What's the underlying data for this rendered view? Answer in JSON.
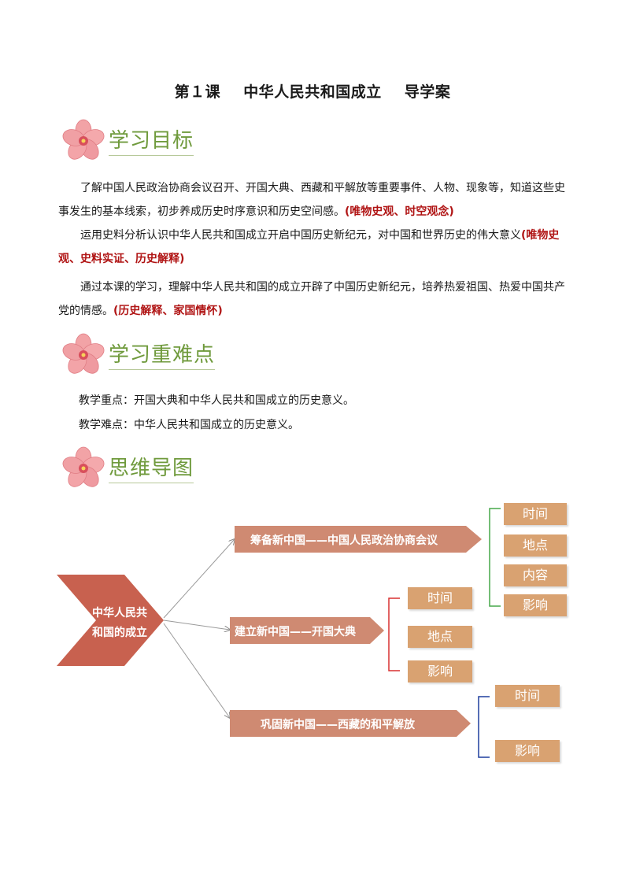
{
  "title": {
    "lesson": "第１课",
    "name": "中华人民共和国成立",
    "type": "导学案"
  },
  "sections": {
    "objectives": "学习目标",
    "key_points": "学习重难点",
    "mindmap": "思维导图"
  },
  "objectives": [
    {
      "text": "了解中国人民政治协商会议召开、开国大典、西藏和平解放等重要事件、人物、现象等，知道这些史事发生的基本线索，初步养成历史时序意识和历史空间感。",
      "tag": "(唯物史观、时空观念)"
    },
    {
      "text": "运用史料分析认识中华人民共和国成立开启中国历史新纪元，对中国和世界历史的伟大意义",
      "tag": "(唯物史观、史料实证、历史解释)"
    },
    {
      "text": "通过本课的学习，理解中华人民共和国的成立开辟了中国历史新纪元，培养热爱祖国、热爱中国共产党的情感。",
      "tag": "(历史解释、家国情怀)"
    }
  ],
  "key_points": {
    "focus": "教学重点：开国大典和中华人民共和国成立的历史意义。",
    "difficulty": "教学难点：中华人民共和国成立的历史意义。"
  },
  "mindmap": {
    "root_line1": "中华人民共",
    "root_line2": "和国的成立",
    "branches": [
      {
        "label": "筹备新中国——中国人民政治协商会议",
        "leaves": [
          "时间",
          "地点",
          "内容",
          "影响"
        ]
      },
      {
        "label": "建立新中国——开国大典",
        "leaves": [
          "时间",
          "地点",
          "影响"
        ]
      },
      {
        "label": "巩固新中国——西藏的和平解放",
        "leaves": [
          "时间",
          "影响"
        ]
      }
    ]
  },
  "colors": {
    "root": "#c8614f",
    "branch": "#cf8a72",
    "leaf": "#d9a271",
    "bracket1": "#46a84a",
    "bracket2": "#d93030",
    "bracket3": "#1f3f9e",
    "heading": "#6f9a3c",
    "tag": "#b01414"
  }
}
